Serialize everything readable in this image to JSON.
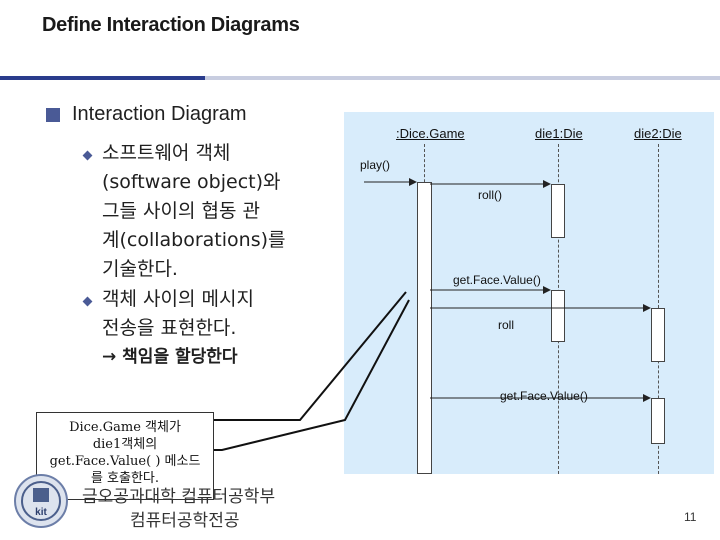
{
  "slide": {
    "title": "Define Interaction Diagrams",
    "heading": "Interaction Diagram",
    "bullets": [
      {
        "lines": [
          "소프트웨어 객체",
          "(software object)와",
          "그들 사이의 협동 관",
          "계(collaborations)를",
          "기술한다."
        ]
      },
      {
        "lines": [
          "객체 사이의 메시지",
          "전송을 표현한다."
        ],
        "arrow_line": "책임을 할당한다"
      }
    ],
    "arrow_glyph": "→"
  },
  "diagram": {
    "objects": [
      ":Dice.Game",
      "die1:Die",
      "die2:Die"
    ],
    "messages": [
      "play()",
      "roll()",
      "get.Face.Value()",
      "roll",
      "get.Face.Value()"
    ]
  },
  "callout": {
    "lines": [
      "Dice.Game 객체가",
      "die1객체의",
      "get.Face.Value( ) 메소드",
      "를 호출한다."
    ]
  },
  "footer": {
    "line1": "금오공과대학 컴퓨터공학부",
    "line2": "컴퓨터공학전공",
    "logo_text": "kit",
    "page_number": "11"
  },
  "colors": {
    "accent": "#2a3c8c",
    "bullet": "#4a5a96",
    "diagram_bg": "#d8ecfb"
  }
}
